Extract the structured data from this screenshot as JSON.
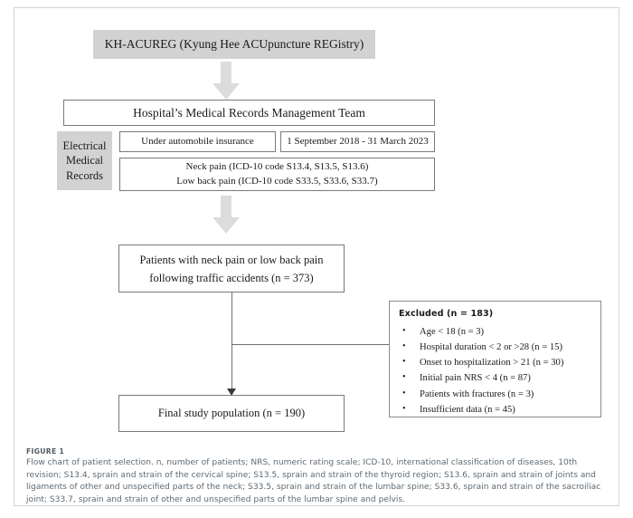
{
  "figure": {
    "label": "FIGURE 1",
    "caption": "Flow chart of patient selection. n, number of patients; NRS, numeric rating scale; ICD-10, international classification of diseases, 10th revision; S13.4, sprain and strain of the cervical spine; S13.5, sprain and strain of the thyroid region; S13.6, sprain and strain of joints and ligaments of other and unspecified parts of the neck; S33.5, sprain and strain of the lumbar spine; S33.6, sprain and strain of the sacroiliac joint; S33.7, sprain and strain of other and unspecified parts of the lumbar spine and pelvis."
  },
  "flowchart": {
    "registry": "KH-ACUREG (Kyung Hee ACUpuncture REGistry)",
    "records_team": "Hospital’s Medical Records Management Team",
    "emr_label_lines": [
      "Electrical",
      "Medical",
      "Records"
    ],
    "insurance": "Under automobile insurance",
    "period": "1 September 2018 - 31 March 2023",
    "icd_lines": [
      "Neck pain (ICD-10 code S13.4, S13.5, S13.6)",
      "Low back pain (ICD-10 code S33.5, S33.6, S33.7)"
    ],
    "patients_lines": [
      "Patients with neck pain or low back pain",
      "following traffic accidents (n = 373)"
    ],
    "final_population": "Final study population (n = 190)",
    "excluded": {
      "title": "Excluded (n = 183)",
      "bullet_glyph": "•",
      "items": [
        "Age < 18 (n = 3)",
        "Hospital duration < 2 or >28 (n = 15)",
        "Onset to hospitalization > 21 (n = 30)",
        "Initial pain NRS < 4 (n = 87)",
        "Patients with fractures (n = 3)",
        "Insufficient data (n = 45)"
      ]
    }
  },
  "colors": {
    "grey_fill": "#d2d2d2",
    "box_border": "#7a7a7a",
    "arrow_grey": "#dcdcdc",
    "caption_text": "#5e6a73"
  }
}
